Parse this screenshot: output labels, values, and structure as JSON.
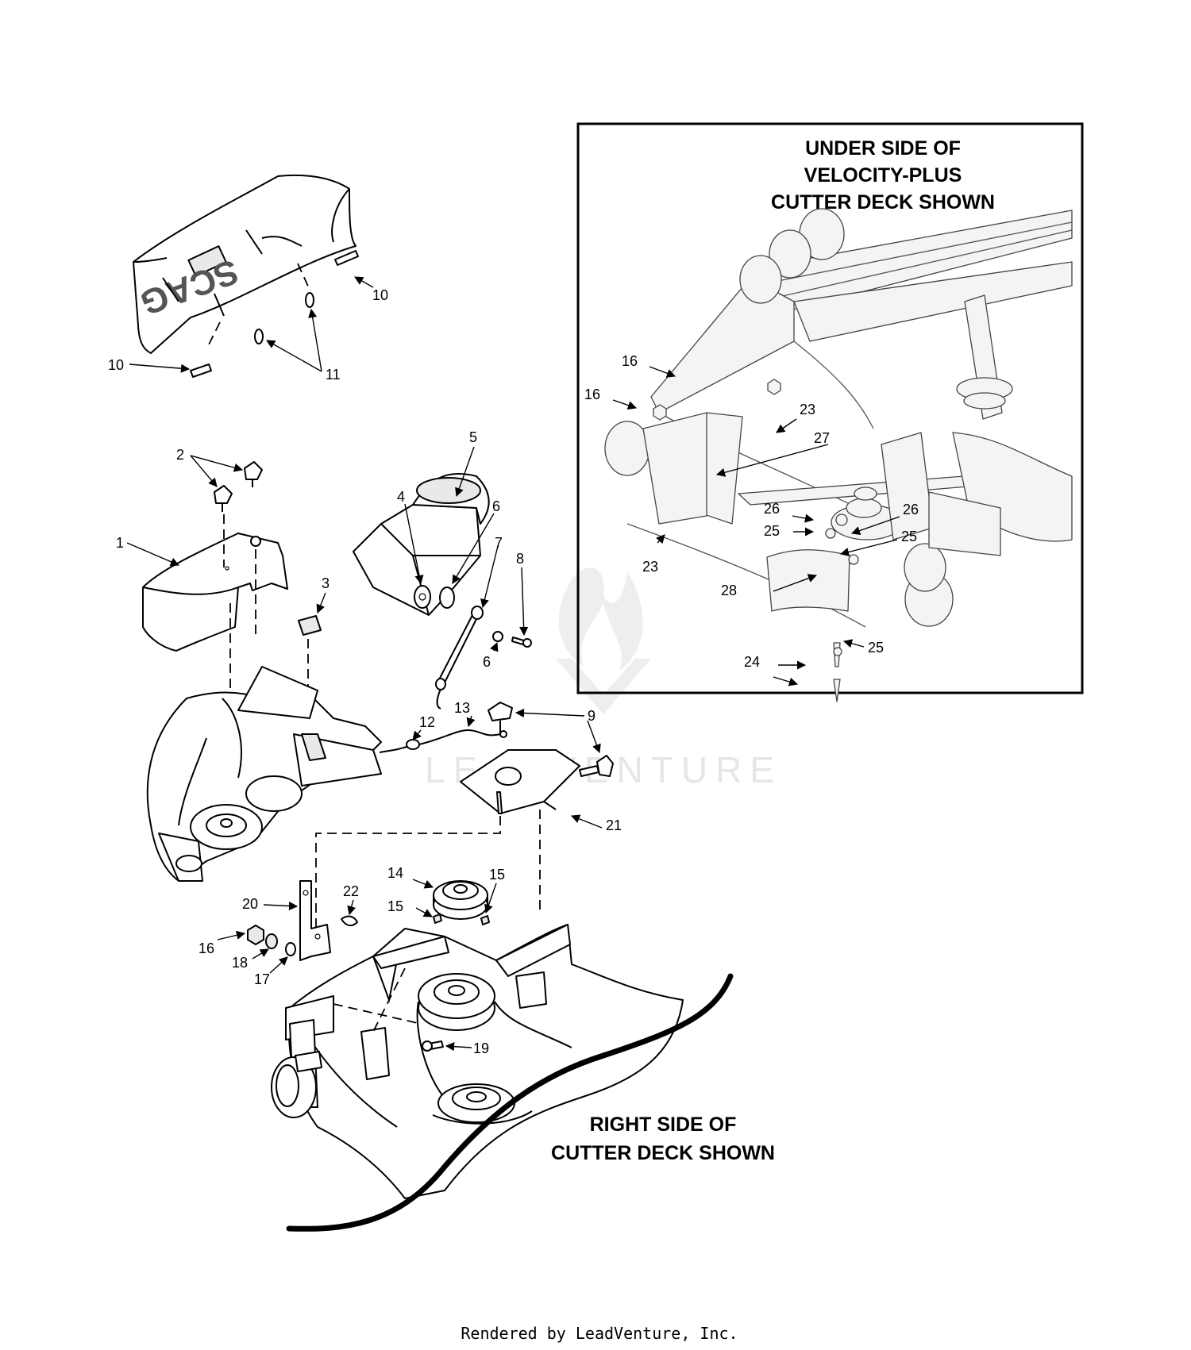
{
  "headings": {
    "inset_line1": "UNDER SIDE OF",
    "inset_line2": "VELOCITY-PLUS",
    "inset_line3": "CUTTER DECK SHOWN",
    "main_line1": "RIGHT SIDE OF",
    "main_line2": "CUTTER DECK SHOWN"
  },
  "logo": {
    "brand": "SCAG"
  },
  "watermark": "LEADVENTURE",
  "footer": "Rendered by LeadVenture, Inc.",
  "callouts": {
    "c1": "1",
    "c2": "2",
    "c3": "3",
    "c4": "4",
    "c5": "5",
    "c6a": "6",
    "c6b": "6",
    "c7": "7",
    "c8": "8",
    "c9": "9",
    "c10a": "10",
    "c10b": "10",
    "c11": "11",
    "c12": "12",
    "c13": "13",
    "c14": "14",
    "c15a": "15",
    "c15b": "15",
    "c16a": "16",
    "c16b": "16",
    "c16c": "16",
    "c17": "17",
    "c18": "18",
    "c19": "19",
    "c20": "20",
    "c21": "21",
    "c22": "22",
    "c23a": "23",
    "c23b": "23",
    "c24": "24",
    "c25a": "25",
    "c25b": "25",
    "c25c": "25",
    "c26a": "26",
    "c26b": "26",
    "c27": "27",
    "c28": "28"
  }
}
